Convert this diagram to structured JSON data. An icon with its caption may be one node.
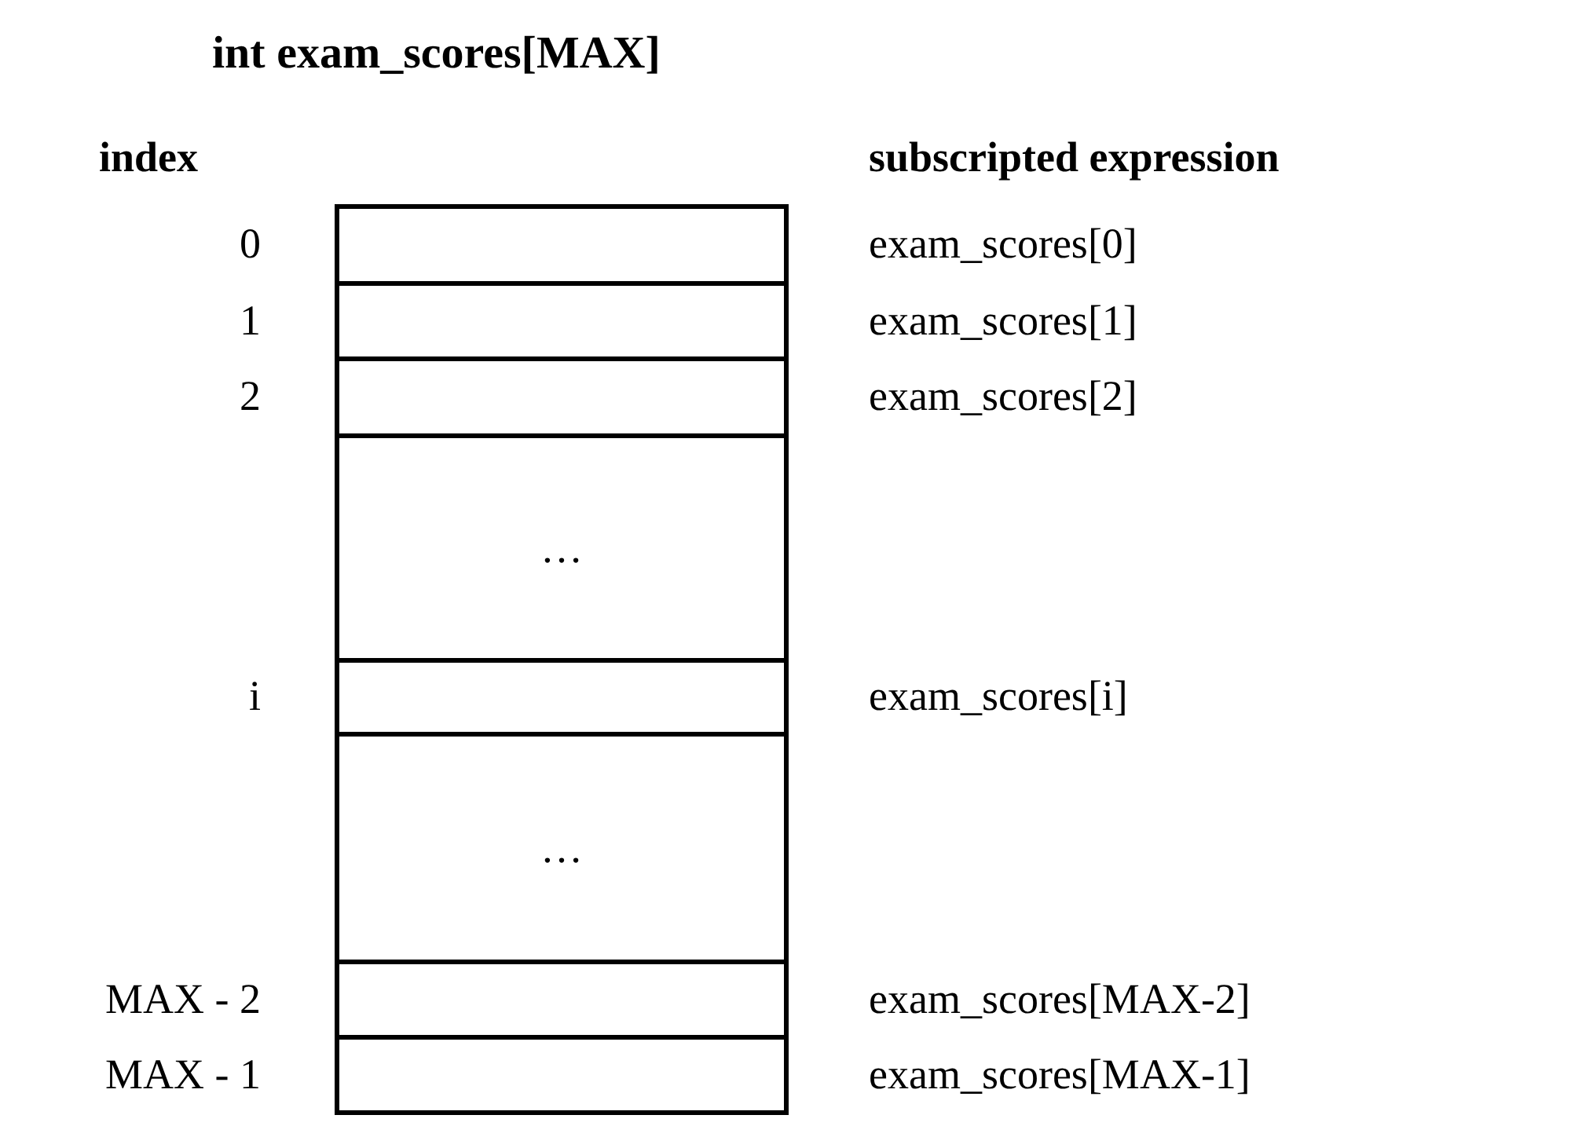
{
  "diagram": {
    "title": "int exam_scores[MAX]",
    "nodes": [
      {
        "text": [],
        "shape": "box"
      },
      {
        "text": [],
        "shape": "box"
      },
      {
        "text": [],
        "shape": "box"
      },
      {
        "text": [
          "…"
        ]
      },
      {
        "text": [],
        "shape": "box"
      },
      {
        "text": [
          "…"
        ]
      },
      {
        "text": [],
        "shape": "box"
      },
      {
        "text": [],
        "shape": "box"
      }
    ],
    "labels": [
      "index",
      "subscripted expression",
      "0",
      "exam_scores[0]",
      "1",
      "exam_scores[1]",
      "2",
      "exam_scores[2]",
      "i",
      "exam_scores[i]",
      "MAX - 2",
      "exam_scores[MAX-2]",
      "MAX - 1",
      "exam_scores[MAX-1]"
    ]
  }
}
